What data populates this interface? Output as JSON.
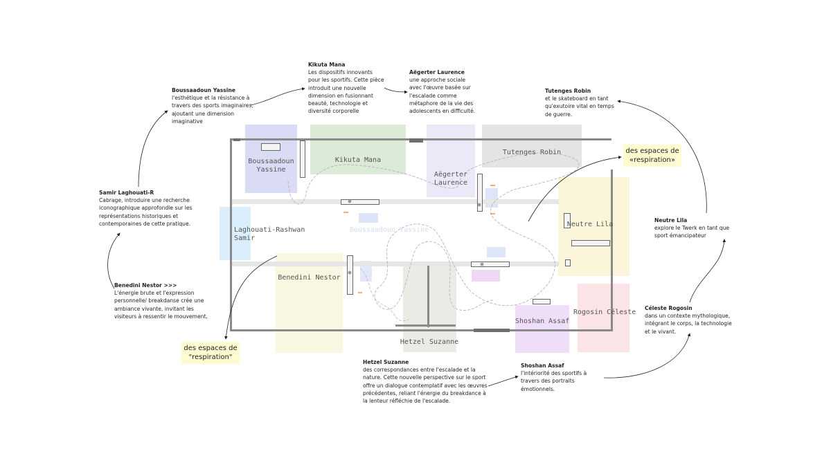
{
  "zones": [
    {
      "id": "boussaadoun",
      "label": "Boussaadoun\nYassine",
      "color": "#d9dcf4"
    },
    {
      "id": "kikuta",
      "label": "Kikuta Mana",
      "color": "#dcebd8"
    },
    {
      "id": "aegerter",
      "label": "Aëgerter\nLaurence",
      "color": "#e9e9f7"
    },
    {
      "id": "tutenges",
      "label": "Tutenges Robin",
      "color": "#e4e4e4"
    },
    {
      "id": "laghouati",
      "label": "Laghouati-Rashwan\nSamir",
      "color": "#dbeefb"
    },
    {
      "id": "neutre",
      "label": "Neutre Lila",
      "color": "#fbf6da"
    },
    {
      "id": "benedini",
      "label": "Benedini Nestor",
      "color": "#f8f8e2"
    },
    {
      "id": "hetzel",
      "label": "Hetzel Suzanne",
      "color": "#ebebe5"
    },
    {
      "id": "shoshan",
      "label": "Shoshan Assaf",
      "color": "#f0ddf7"
    },
    {
      "id": "rogosin",
      "label": "Rogosin Céleste",
      "color": "#fbe4e6"
    },
    {
      "id": "ghost",
      "label": "Boussaadoun Yassine",
      "color": "#d6def5"
    }
  ],
  "annotations": [
    {
      "id": "boussaadoun",
      "name": "Boussaadoun Yassine",
      "text": "l'esthétique et la résistance à\ntravers des sports imaginaires,\najoutant une dimension\nimaginative"
    },
    {
      "id": "kikuta",
      "name": "Kikuta Mana",
      "text": "Les dispositifs innovants\npour les sportifs. Cette pièce\nintroduit une nouvelle\ndimension en fusionnant\nbeauté, technologie et\ndiversité corporelle"
    },
    {
      "id": "aegerter",
      "name": "Aëgerter Laurence",
      "text": "une approche sociale\navec l'œuvre basée sur\nl'escalade comme\nmétaphore de la vie des\nadolescents en difficulté."
    },
    {
      "id": "tutenges",
      "name": "Tutenges Robin",
      "text": "et le skateboard en tant\nqu'exutoire vital en temps\nde guerre."
    },
    {
      "id": "samir",
      "name": "Samir Laghouati-R",
      "text": "Cabrage, introduire une recherche\niconographique approfondie sur les\nreprésentations historiques et\ncontemporaines de cette pratique."
    },
    {
      "id": "neutre",
      "name": "Neutre Lila",
      "text": "explore  le Twerk en tant que\nsport émancipateur"
    },
    {
      "id": "benedini",
      "name": "Benedini Nestor >>>",
      "text": "L'énergie brute et l'expression\npersonnelle/ breakdanse crée une\nambiance vivante, invitant les\nvisiteurs à ressentir le mouvement."
    },
    {
      "id": "celeste",
      "name": "Céleste Rogosin",
      "text": "dans un contexte mythologique,\nintégrant le corps, la technologie\net le vivant."
    },
    {
      "id": "hetzel",
      "name": "Hetzel Suzanne",
      "text": "des correspondances entre l'escalade et la\nnature. Cette nouvelle perspective sur le sport\noffre un dialogue contemplatif avec les œuvres\nprécédentes, reliant l'énergie du breakdance à\nla lenteur réfléchie de l'escalade."
    },
    {
      "id": "shoshan",
      "name": "Shoshan Assaf",
      "text": "l'intériorité des sportifs à\ntravers des portraits\némotionnels."
    }
  ],
  "notes": [
    {
      "id": "respiration-top",
      "text": "des espaces de\n«respiration»"
    },
    {
      "id": "respiration-bottom",
      "text": "des espaces de\n\"respiration\""
    }
  ],
  "colors": {
    "wall": "#8a8a8a",
    "rail": "#e6e6e6",
    "path": "#aaaaaa",
    "arrow": "#222222",
    "note": "#fdfbcf"
  }
}
